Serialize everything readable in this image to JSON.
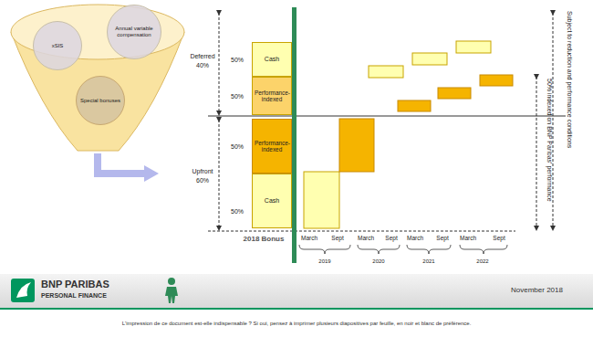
{
  "diagram": {
    "nodes": [
      {
        "text": [
          "xSIS"
        ]
      },
      {
        "text": [
          "Annual variable compensation"
        ]
      },
      {
        "text": [
          "Special bonuses"
        ]
      },
      {
        "text": [
          "Cash"
        ]
      },
      {
        "text": [
          "Performance-indexed"
        ]
      },
      {
        "text": [
          "Performance-indexed"
        ]
      },
      {
        "text": [
          "Cash"
        ]
      }
    ],
    "labels": [
      "Deferred",
      "40%",
      "Upfront",
      "60%",
      "50%",
      "50%",
      "50%",
      "50%",
      "2018 Bonus",
      "March",
      "Sept",
      "March",
      "Sept",
      "March",
      "Sept",
      "March",
      "Sept",
      "2019",
      "2020",
      "2021",
      "2022",
      "Subject to reduction and performance conditions",
      "50% indexed on BNP Paribas' performance",
      "BNP PARIBAS",
      "PERSONAL FINANCE",
      "November 2018",
      "L'impression de ce document est-elle indispensable ? Si oui, pensez à imprimer plusieurs diapositives par feuille, en noir et blanc de préférence."
    ]
  }
}
